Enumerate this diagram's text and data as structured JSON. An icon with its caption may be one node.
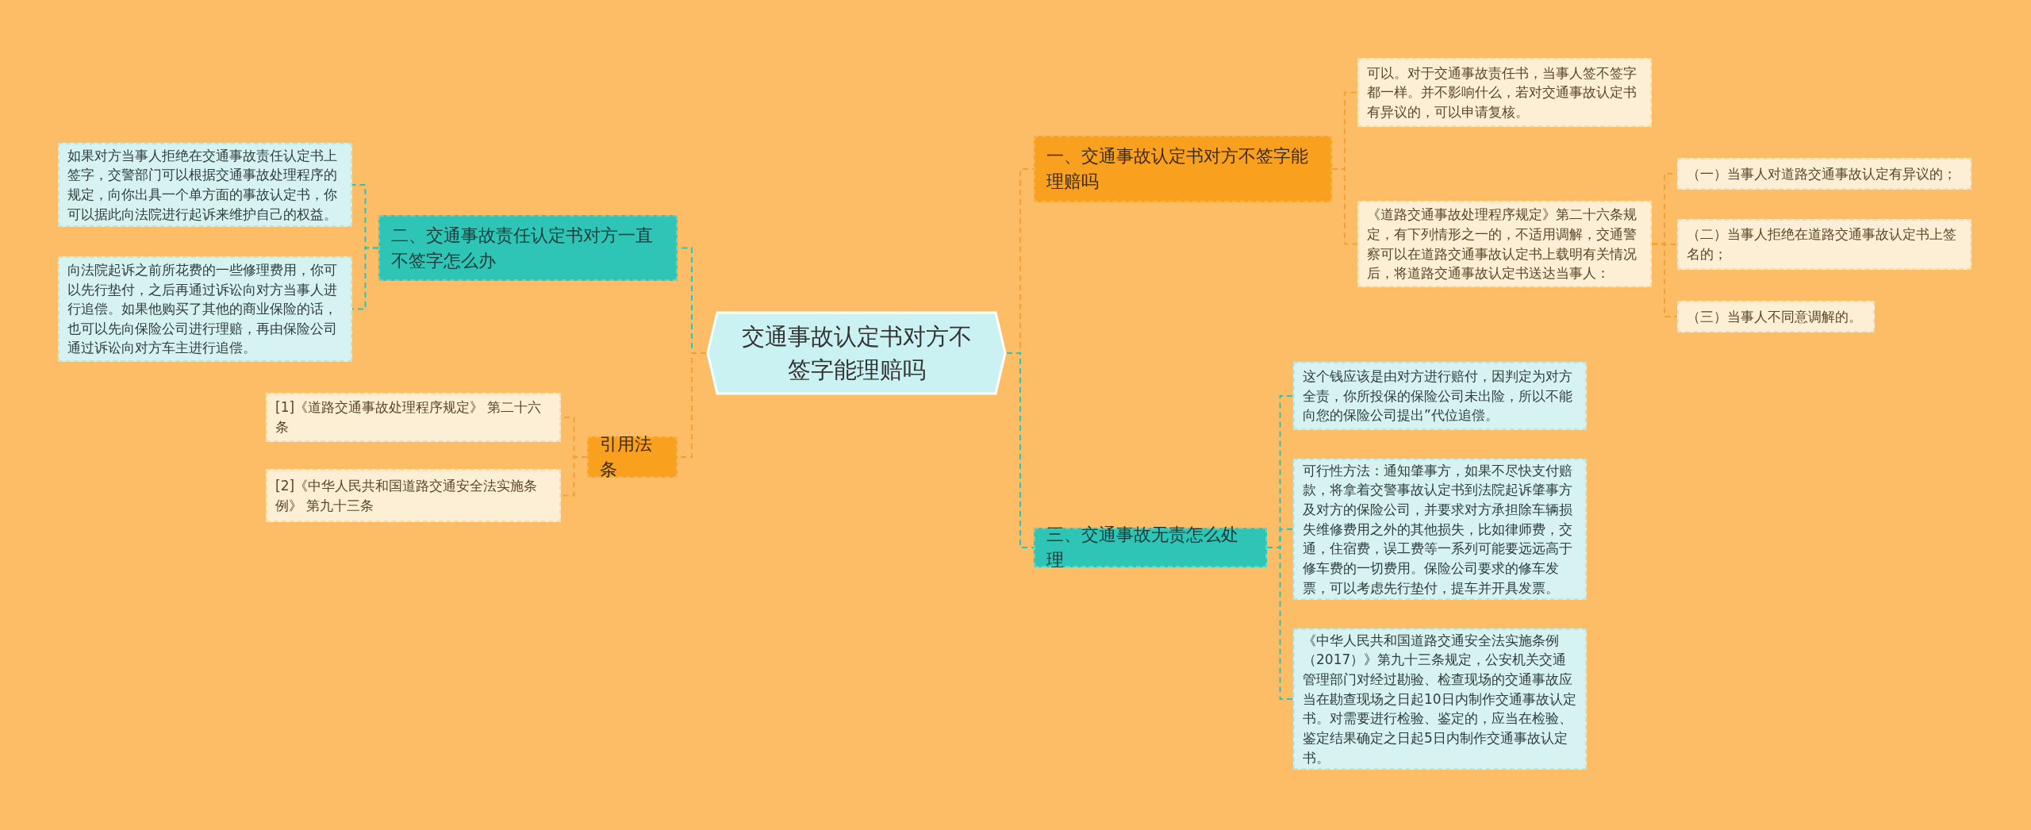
{
  "diagram": {
    "nodes": [
      {
        "text": [
          "交通事故认定书对方不签字能理赔吗"
        ]
      },
      {
        "text": [
          "一、交通事故认定书对方不签字能理赔吗"
        ]
      },
      {
        "text": [
          "可以。对于交通事故责任书，当事人签不签字都一样。并不影响什么，若对交通事故认定书有异议的，可以申请复核。"
        ]
      },
      {
        "text": [
          "《道路交通事故处理程序规定》第二十六条规定，有下列情形之一的，不适用调解，交通警察可以在道路交通事故认定书上载明有关情况后，将道路交通事故认定书送达当事人："
        ]
      },
      {
        "text": [
          "（一）当事人对道路交通事故认定有异议的；"
        ]
      },
      {
        "text": [
          "（二）当事人拒绝在道路交通事故认定书上签名的；"
        ]
      },
      {
        "text": [
          "（三）当事人不同意调解的。"
        ]
      },
      {
        "text": [
          "二、交通事故责任认定书对方一直不签字怎么办"
        ]
      },
      {
        "text": [
          "如果对方当事人拒绝在交通事故责任认定书上签字，交警部门可以根据交通事故处理程序的规定，向你出具一个单方面的事故认定书，你可以据此向法院进行起诉来维护自己的权益。"
        ]
      },
      {
        "text": [
          "向法院起诉之前所花费的一些修理费用，你可以先行垫付，之后再通过诉讼向对方当事人进行追偿。如果他购买了其他的商业保险的话，也可以先向保险公司进行理赔，再由保险公司通过诉讼向对方车主进行追偿。"
        ]
      },
      {
        "text": [
          "引用法条"
        ]
      },
      {
        "text": [
          "[1]《道路交通事故处理程序规定》 第二十六条"
        ]
      },
      {
        "text": [
          "[2]《中华人民共和国道路交通安全法实施条例》 第九十三条"
        ]
      },
      {
        "text": [
          "三、交通事故无责怎么处理"
        ]
      },
      {
        "text": [
          "这个钱应该是由对方进行赔付，因判定为对方全责，你所投保的保险公司未出险，所以不能向您的保险公司提出”代位追偿。"
        ]
      },
      {
        "text": [
          "可行性方法：通知肇事方，如果不尽快支付赔款，将拿着交警事故认定书到法院起诉肇事方及对方的保险公司，并要求对方承担除车辆损失维修费用之外的其他损失，比如律师费，交通，住宿费，误工费等一系列可能要远远高于修车费的一切费用。保险公司要求的修车发票，可以考虑先行垫付，提车并开具发票。"
        ]
      },
      {
        "text": [
          "《中华人民共和国道路交通安全法实施条例（2017）》第九十三条规定，公安机关交通管理部门对经过勘验、检查现场的交通事故应当在勘查现场之日起10日内制作交通事故认定书。对需要进行检验、鉴定的，应当在检验、鉴定结果确定之日起5日内制作交通事故认定书。"
        ]
      }
    ],
    "edges": [
      {
        "from": 0,
        "to": 1,
        "arrow": "none"
      },
      {
        "from": 1,
        "to": 2,
        "arrow": "none"
      },
      {
        "from": 1,
        "to": 3,
        "arrow": "none"
      },
      {
        "from": 3,
        "to": 4,
        "arrow": "none"
      },
      {
        "from": 3,
        "to": 5,
        "arrow": "none"
      },
      {
        "from": 3,
        "to": 6,
        "arrow": "none"
      },
      {
        "from": 0,
        "to": 7,
        "arrow": "none",
        "color": "#2ec4b6"
      },
      {
        "from": 7,
        "to": 8,
        "arrow": "none",
        "color": "#2ec4b6"
      },
      {
        "from": 7,
        "to": 9,
        "arrow": "none",
        "color": "#2ec4b6"
      },
      {
        "from": 0,
        "to": 10,
        "arrow": "none"
      },
      {
        "from": 10,
        "to": 11,
        "arrow": "none"
      },
      {
        "from": 10,
        "to": 12,
        "arrow": "none"
      },
      {
        "from": 0,
        "to": 13,
        "arrow": "none",
        "color": "#2ec4b6"
      },
      {
        "from": 13,
        "to": 14,
        "arrow": "none",
        "color": "#2ec4b6"
      },
      {
        "from": 13,
        "to": 15,
        "arrow": "none",
        "color": "#2ec4b6"
      },
      {
        "from": 13,
        "to": 16,
        "arrow": "none",
        "color": "#2ec4b6"
      }
    ]
  }
}
